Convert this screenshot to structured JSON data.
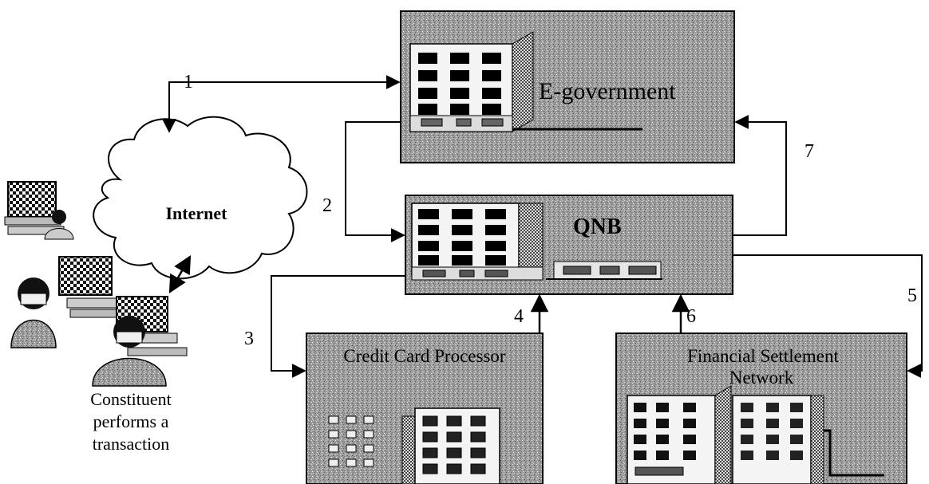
{
  "nodes": {
    "egov": {
      "label": "E-government"
    },
    "qnb": {
      "label": "QNB"
    },
    "ccp": {
      "label": "Credit Card Processor"
    },
    "fsn": {
      "label_line1": "Financial Settlement",
      "label_line2": "Network"
    },
    "internet": {
      "label": "Internet"
    },
    "constituent": {
      "line1": "Constituent",
      "line2": "performs a",
      "line3": "transaction"
    }
  },
  "steps": [
    "1",
    "2",
    "3",
    "4",
    "5",
    "6",
    "7"
  ]
}
